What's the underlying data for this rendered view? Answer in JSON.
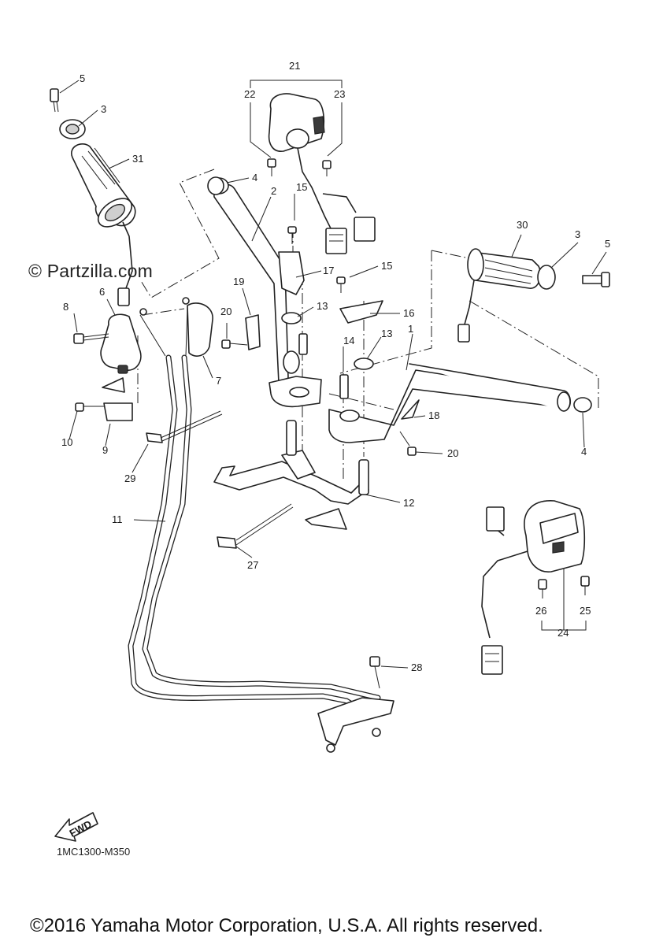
{
  "watermark": "© Partzilla.com",
  "diagram_code": "1MC1300-M350",
  "copyright": "©2016 Yamaha Motor Corporation, U.S.A. All rights reserved.",
  "fwd_label": "FWD",
  "callouts": {
    "c1": "1",
    "c2": "2",
    "c3a": "3",
    "c3b": "3",
    "c4a": "4",
    "c4b": "4",
    "c5a": "5",
    "c5b": "5",
    "c6": "6",
    "c7": "7",
    "c8": "8",
    "c9": "9",
    "c10": "10",
    "c11": "11",
    "c12": "12",
    "c13a": "13",
    "c13b": "13",
    "c14": "14",
    "c15a": "15",
    "c15b": "15",
    "c16": "16",
    "c17": "17",
    "c18": "18",
    "c19": "19",
    "c20a": "20",
    "c20b": "20",
    "c21": "21",
    "c22": "22",
    "c23": "23",
    "c24": "24",
    "c25": "25",
    "c26": "26",
    "c27": "27",
    "c28": "28",
    "c29": "29",
    "c30": "30",
    "c31": "31"
  }
}
